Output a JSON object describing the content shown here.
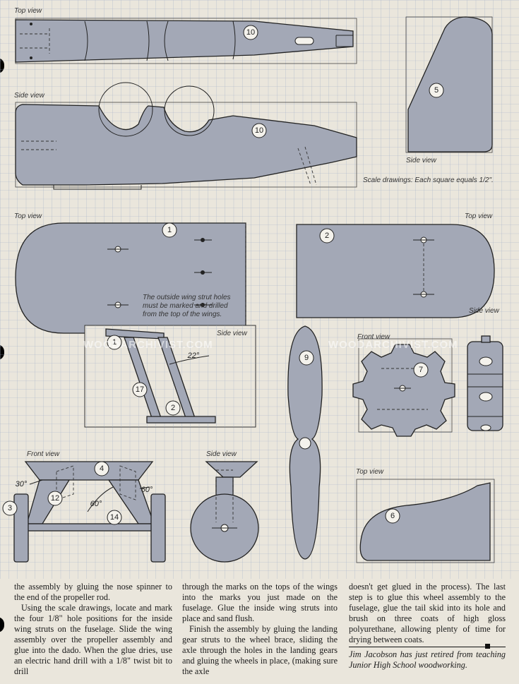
{
  "figure": {
    "view_labels": {
      "fuselage_top": "Top view",
      "fuselage_side": "Side view",
      "tail_side": "Side view",
      "wing_left_top": "Top view",
      "wing_right_top": "Top view",
      "strut_side": "Side view",
      "spinner_front": "Front view",
      "spinner_side": "Side view",
      "gear_front": "Front view",
      "wheel_side": "Side view",
      "stab_top": "Top view"
    },
    "part_numbers": [
      "10",
      "10",
      "5",
      "1",
      "2",
      "1",
      "17",
      "2",
      "9",
      "7",
      "4",
      "12",
      "3",
      "14",
      "6"
    ],
    "angles": [
      "22°",
      "30°",
      "60°",
      "60°"
    ],
    "scale_note": "Scale drawings: Each square equals 1/2\".",
    "wing_note": [
      "The outside wing strut holes",
      "must be marked and drilled",
      "from the top of the wings."
    ],
    "watermark": "WOODARCHIVIST.COM",
    "colors": {
      "grid": "#a4afc8",
      "part_fill": "#a3a8b6",
      "paper": "#eae6dc",
      "ink": "#222222"
    }
  },
  "article": {
    "col1": [
      "the assembly by gluing the nose spinner to the end of the propeller rod.",
      "Using the scale drawings, locate and mark the four 1/8\" hole positions for the inside wing struts on the fuselage. Slide the wing assembly over the propeller assembly and glue into the dado. When the glue dries, use an electric hand drill with a 1/8\" twist bit to drill"
    ],
    "col2": [
      "through the marks on the tops of the wings into the marks you just made on the fuselage. Glue the inside wing struts into place and sand flush.",
      "Finish the assembly by gluing the landing gear struts to the wheel brace, sliding the axle through the holes in the landing gears and gluing the wheels in place, (making sure the axle"
    ],
    "col3": [
      "doesn't get glued in the process). The last step is to glue this wheel assembly to the fuselage, glue the tail skid into its hole and brush on three coats of high gloss polyurethane, allowing plenty of time for drying between coats."
    ],
    "bio": "Jim Jacobson has just retired from teaching Junior High School woodworking."
  }
}
